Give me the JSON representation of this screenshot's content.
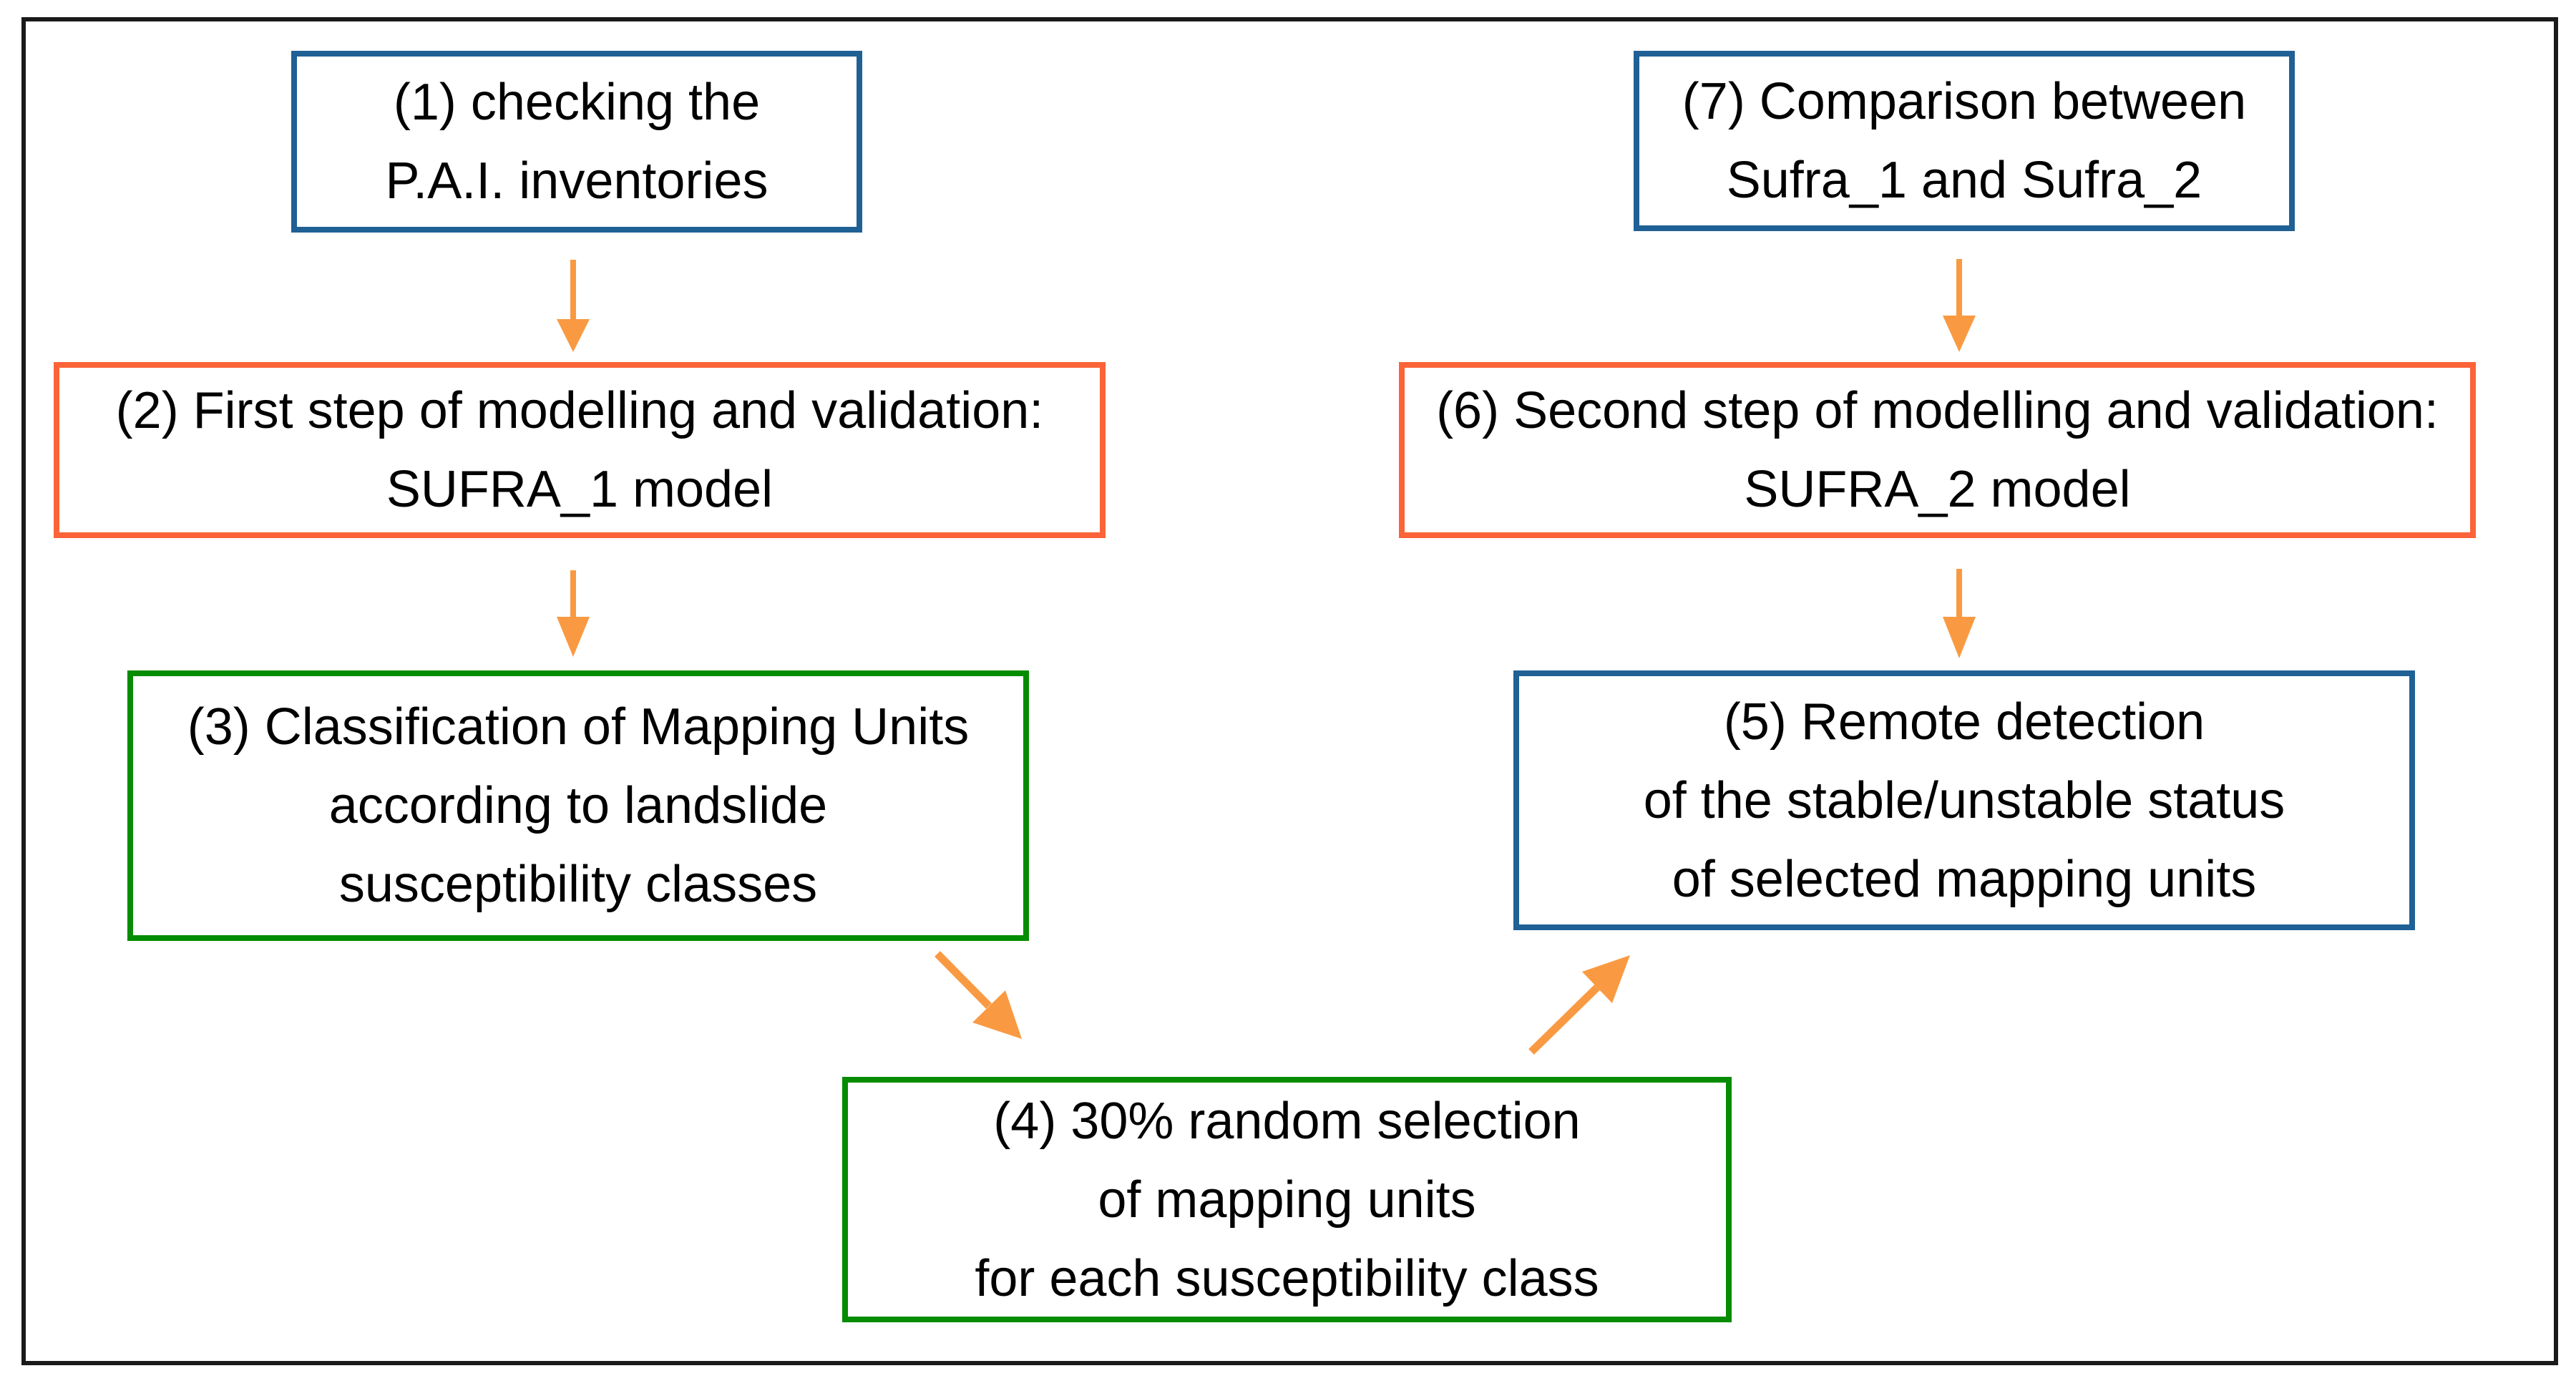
{
  "colors": {
    "blue_border": "#1f6095",
    "orange_border": "#fa6438",
    "green_border": "#058c00",
    "arrow": "#f99a42",
    "frame": "#1a1a1a",
    "text": "#000000",
    "background": "#ffffff"
  },
  "nodes": {
    "n1": {
      "label": "(1) checking the\nP.A.I. inventories",
      "border_color": "#1f6095"
    },
    "n2": {
      "label": "(2) First step of modelling and validation:\nSUFRA_1 model",
      "border_color": "#fa6438"
    },
    "n3": {
      "label": "(3) Classification of Mapping Units\naccording to landslide\nsusceptibility classes",
      "border_color": "#058c00"
    },
    "n4": {
      "label": "(4) 30% random selection\nof mapping units\nfor each susceptibility class",
      "border_color": "#058c00"
    },
    "n5": {
      "label": "(5) Remote detection\nof the stable/unstable status\nof selected mapping units",
      "border_color": "#1f6095"
    },
    "n6": {
      "label": "(6) Second step of modelling and validation:\nSUFRA_2 model",
      "border_color": "#fa6438"
    },
    "n7": {
      "label": "(7) Comparison between\nSufra_1 and Sufra_2",
      "border_color": "#1f6095"
    }
  },
  "arrows": [
    {
      "from": "(1)",
      "to": "(2)",
      "direction": "down"
    },
    {
      "from": "(2)",
      "to": "(3)",
      "direction": "down"
    },
    {
      "from": "(3)",
      "to": "(4)",
      "direction": "down-right"
    },
    {
      "from": "(4)",
      "to": "(5)",
      "direction": "up-right"
    },
    {
      "from": "(7)",
      "to": "(6)",
      "direction": "down"
    },
    {
      "from": "(6)",
      "to": "(5)",
      "direction": "down"
    }
  ]
}
